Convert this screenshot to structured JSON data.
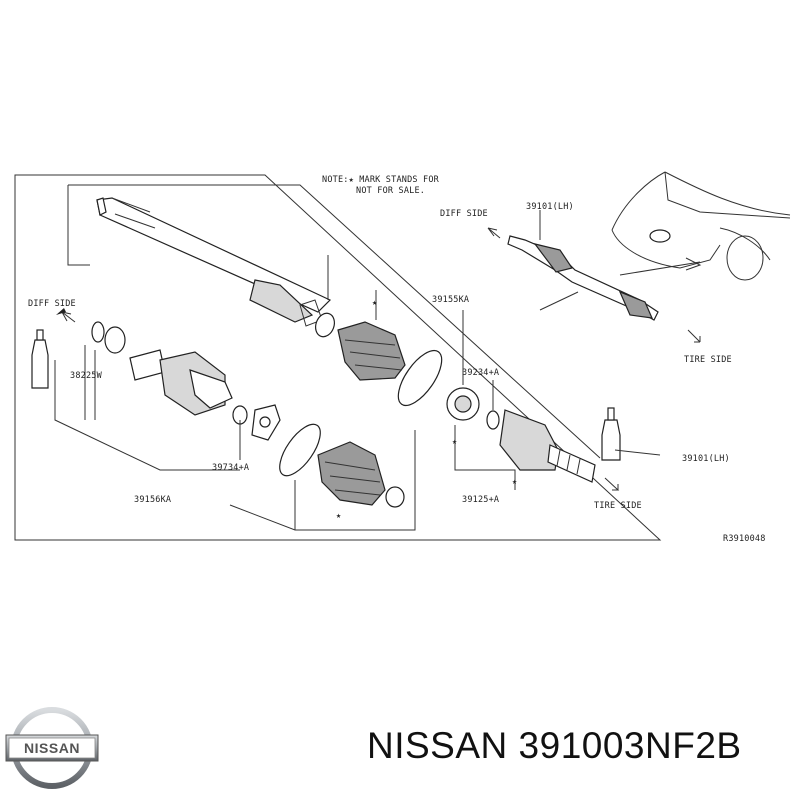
{
  "diagram": {
    "note_line1": "NOTE:★ MARK STANDS FOR",
    "note_line2": "NOT FOR SALE.",
    "parts": {
      "p38225w": "38225W",
      "p39156ka": "39156KA",
      "p39734a": "39734+A",
      "p39155ka": "39155KA",
      "p39234a": "39234+A",
      "p39125a": "39125+A",
      "p39101lh_main": "39101(LH)",
      "p39101lh_inset": "39101(LH)"
    },
    "diff_side_left": "DIFF SIDE",
    "diff_side_inset": "DIFF SIDE",
    "tire_side_inset": "TIRE SIDE",
    "tire_side_main": "TIRE SIDE",
    "ref_code": "R3910048",
    "star": "★"
  },
  "brand": {
    "logo_text": "NISSAN",
    "part_title": "NISSAN 391003NF2B"
  },
  "colors": {
    "line": "#333333",
    "boot_fill": "#9a9a9a",
    "logo_silver": "#9ea3a8"
  }
}
